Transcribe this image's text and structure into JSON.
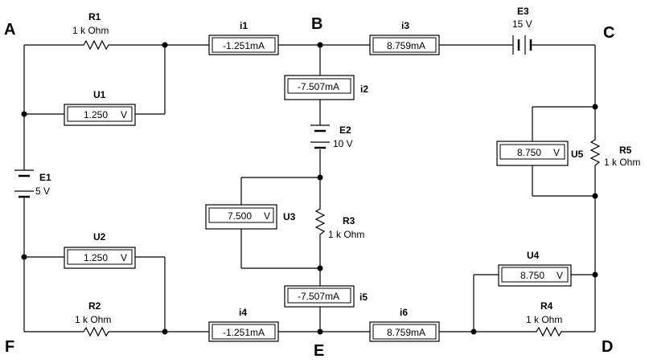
{
  "nodes": {
    "A": "A",
    "B": "B",
    "C": "C",
    "D": "D",
    "E": "E",
    "F": "F"
  },
  "resistors": {
    "R1": {
      "name": "R1",
      "value": "1 k Ohm"
    },
    "R2": {
      "name": "R2",
      "value": "1 k Ohm"
    },
    "R3": {
      "name": "R3",
      "value": "1 k Ohm"
    },
    "R4": {
      "name": "R4",
      "value": "1 k Ohm"
    },
    "R5": {
      "name": "R5",
      "value": "1 k Ohm"
    }
  },
  "sources": {
    "E1": {
      "name": "E1",
      "value": "5 V"
    },
    "E2": {
      "name": "E2",
      "value": "10 V"
    },
    "E3": {
      "name": "E3",
      "value": "15 V"
    }
  },
  "ammeters": {
    "i1": {
      "name": "i1",
      "reading": "-1.251mA"
    },
    "i2": {
      "name": "i2",
      "reading": "-7.507mA"
    },
    "i3": {
      "name": "i3",
      "reading": "8.759mA"
    },
    "i4": {
      "name": "i4",
      "reading": "-1.251mA"
    },
    "i5": {
      "name": "i5",
      "reading": "-7.507mA"
    },
    "i6": {
      "name": "i6",
      "reading": "8.759mA"
    }
  },
  "voltmeters": {
    "U1": {
      "name": "U1",
      "reading": "1.250",
      "unit": "V"
    },
    "U2": {
      "name": "U2",
      "reading": "1.250",
      "unit": "V"
    },
    "U3": {
      "name": "U3",
      "reading": "7.500",
      "unit": "V"
    },
    "U4": {
      "name": "U4",
      "reading": "8.750",
      "unit": "V"
    },
    "U5": {
      "name": "U5",
      "reading": "8.750",
      "unit": "V"
    }
  }
}
